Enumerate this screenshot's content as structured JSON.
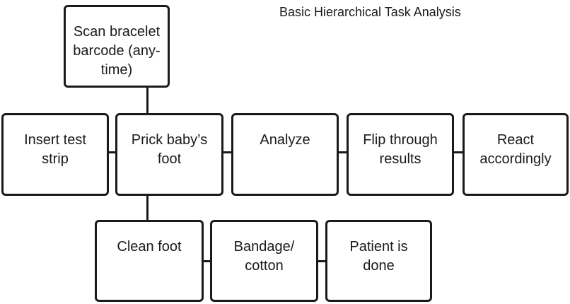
{
  "title": "Basic Hierarchical Task Analysis",
  "tasks": {
    "scan": "Scan bracelet\nbarcode (any-\ntime)",
    "insert": "Insert test\nstrip",
    "prick": "Prick baby’s\nfoot",
    "analyze": "Analyze",
    "flip": "Flip through\nresults",
    "react": "React\naccordingly",
    "clean": "Clean foot",
    "bandage": "Bandage/\ncotton",
    "done": "Patient is\ndone"
  },
  "colors": {
    "stroke": "#1a1a1a",
    "background": "#ffffff"
  }
}
